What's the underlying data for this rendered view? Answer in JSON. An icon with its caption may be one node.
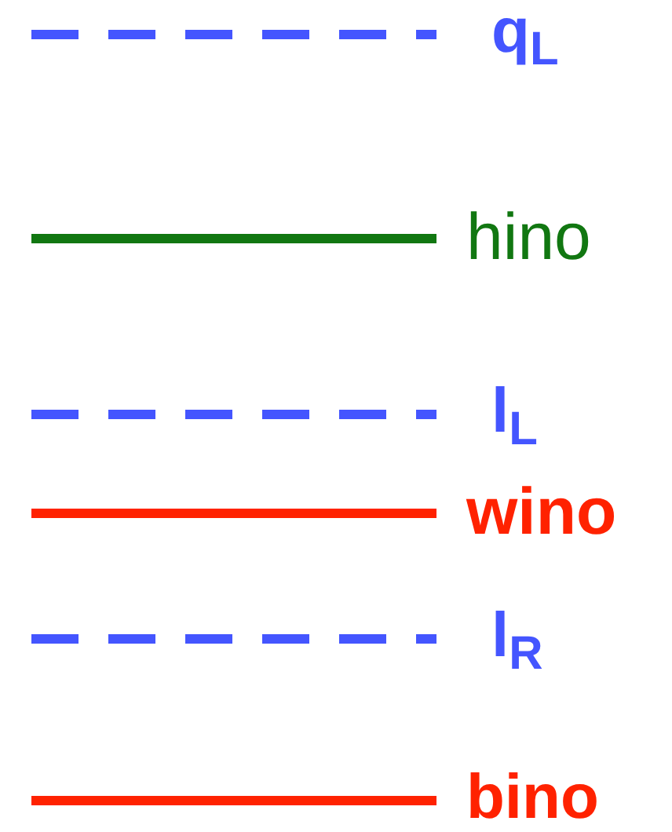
{
  "diagram": {
    "legend": [
      {
        "text": "q$_{L}$"
      },
      {
        "text": "hino"
      },
      {
        "text": "l$_{L}$"
      },
      {
        "text": "wino"
      },
      {
        "text": "l$_{R}$"
      },
      {
        "text": "bino"
      }
    ]
  }
}
